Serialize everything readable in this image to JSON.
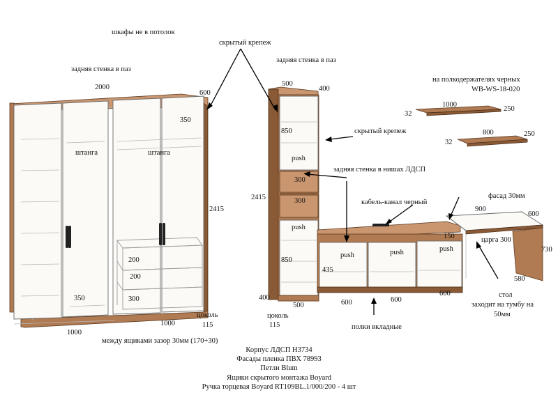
{
  "labels": {
    "ceiling_note": "шкафы не в потолок",
    "back_wall_left": "задняя стенка в паз",
    "hidden_fix_top": "скрытый крепеж",
    "back_wall_right": "задняя стенка в паз",
    "shelf_holders": "на полкодержателях черных",
    "shelf_holder_code": "WB-WS-18-020",
    "hidden_fix_mid": "скрытый крепеж",
    "back_wall_niches": "задняя стенка в нишах ЛДСП",
    "cable_channel": "кабель-канал черный",
    "facade": "фасад 30мм",
    "rail_1": "штанга",
    "rail_2": "штанга",
    "push_1": "push",
    "push_2": "push",
    "push_3": "push",
    "push_4": "push",
    "push_5": "push",
    "plinth_left": "цоколь",
    "plinth_right": "цоколь",
    "drawer_gap": "между ящиками зазор 30мм (170+30)",
    "drawer_shelves": "полки вкладные",
    "tsarga": "царга 300",
    "table_1": "стол",
    "table_2": "заходит на тумбу на",
    "table_3": "50мм"
  },
  "dims": {
    "w2000": "2000",
    "d600_left": "600",
    "h350_top": "350",
    "h2415_left": "2415",
    "h200_a": "200",
    "h200_b": "200",
    "h300": "300",
    "h350_bottom": "350",
    "w1000_left": "1000",
    "w1000_right": "1000",
    "plinth115_left": "115",
    "w500_top": "500",
    "d400_top": "400",
    "h850_top": "850",
    "h300_a": "300",
    "h300_b": "300",
    "h2415_right": "2415",
    "h850_bottom": "850",
    "h435": "435",
    "d400_bottom": "400",
    "w500_bottom": "500",
    "plinth115_right": "115",
    "w600_a": "600",
    "w600_b": "600",
    "w600_c": "600",
    "h150": "150",
    "table900": "900",
    "table600": "600",
    "h730": "730",
    "d580": "580",
    "shelf1000": "1000",
    "shelf250_a": "250",
    "shelf32_a": "32",
    "shelf800": "800",
    "shelf250_b": "250",
    "shelf32_b": "32"
  },
  "notes": [
    "Корпус ЛДСП Н3734",
    "Фасады пленка ПВХ 78993",
    "Петли Blum",
    "Ящики скрытого монтажа Boyard",
    "Ручка торцевая Boyard RT109BL.1/000/200 - 4 шт"
  ],
  "colors": {
    "wood": "#b07a52",
    "wood_dark": "#8a5a36",
    "facade": "#fbfaf6",
    "outline": "#6b6b6b",
    "handle": "#222222"
  }
}
